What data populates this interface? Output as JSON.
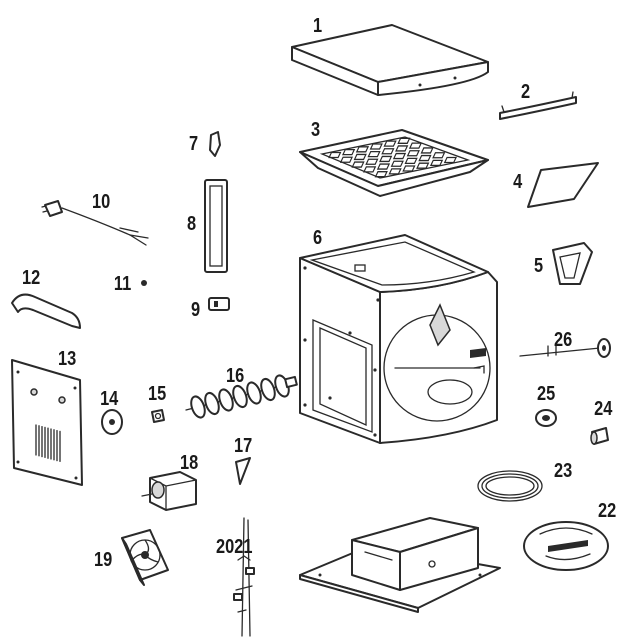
{
  "diagram": {
    "colors": {
      "line": "#2a2a2a",
      "label": "#1a1a1a",
      "background": "#ffffff"
    },
    "parts": [
      {
        "id": "1",
        "label": "1",
        "icon": "lid-icon"
      },
      {
        "id": "2",
        "label": "2",
        "icon": "handle-icon"
      },
      {
        "id": "3",
        "label": "3",
        "icon": "tray-icon"
      },
      {
        "id": "4",
        "label": "4",
        "icon": "plate-icon"
      },
      {
        "id": "5",
        "label": "5",
        "icon": "bracket-icon"
      },
      {
        "id": "6",
        "label": "6",
        "icon": "housing-icon"
      },
      {
        "id": "7",
        "label": "7",
        "icon": "clip-icon"
      },
      {
        "id": "8",
        "label": "8",
        "icon": "strip-icon"
      },
      {
        "id": "9",
        "label": "9",
        "icon": "switch-icon"
      },
      {
        "id": "10",
        "label": "10",
        "icon": "power-cord-icon"
      },
      {
        "id": "11",
        "label": "11",
        "icon": "screw-icon"
      },
      {
        "id": "12",
        "label": "12",
        "icon": "handle-icon"
      },
      {
        "id": "13",
        "label": "13",
        "icon": "back-panel-icon"
      },
      {
        "id": "14",
        "label": "14",
        "icon": "washer-icon"
      },
      {
        "id": "15",
        "label": "15",
        "icon": "nut-icon"
      },
      {
        "id": "16",
        "label": "16",
        "icon": "auger-icon"
      },
      {
        "id": "17",
        "label": "17",
        "icon": "wedge-icon"
      },
      {
        "id": "18",
        "label": "18",
        "icon": "motor-icon"
      },
      {
        "id": "19",
        "label": "19",
        "icon": "fan-icon"
      },
      {
        "id": "20-21",
        "label": "2021",
        "icon": "wiring-icon"
      },
      {
        "id": "22",
        "label": "22",
        "icon": "cover-icon"
      },
      {
        "id": "23",
        "label": "23",
        "icon": "seal-ring-icon"
      },
      {
        "id": "24",
        "label": "24",
        "icon": "bushing-icon"
      },
      {
        "id": "25",
        "label": "25",
        "icon": "bearing-icon"
      },
      {
        "id": "26",
        "label": "26",
        "icon": "shaft-icon"
      },
      {
        "id": "27",
        "label": "",
        "icon": "base-plate-icon"
      }
    ]
  }
}
